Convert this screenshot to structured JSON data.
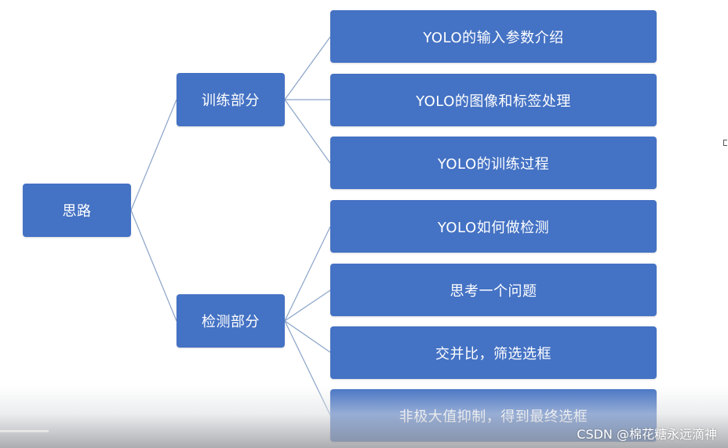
{
  "mindmap": {
    "root": "思路",
    "branches": [
      {
        "label": "训练部分",
        "children": [
          "YOLO的输入参数介绍",
          "YOLO的图像和标签处理",
          "YOLO的训练过程"
        ]
      },
      {
        "label": "检测部分",
        "children": [
          "YOLO如何做检测",
          "思考一个问题",
          "交并比，筛选选框",
          "非极大值抑制，得到最终选框"
        ]
      }
    ]
  },
  "watermark": "CSDN @棉花糖永远滴神",
  "colors": {
    "node_fill": "#4472c4",
    "node_text": "#ffffff",
    "connector": "#8aa4c8"
  }
}
